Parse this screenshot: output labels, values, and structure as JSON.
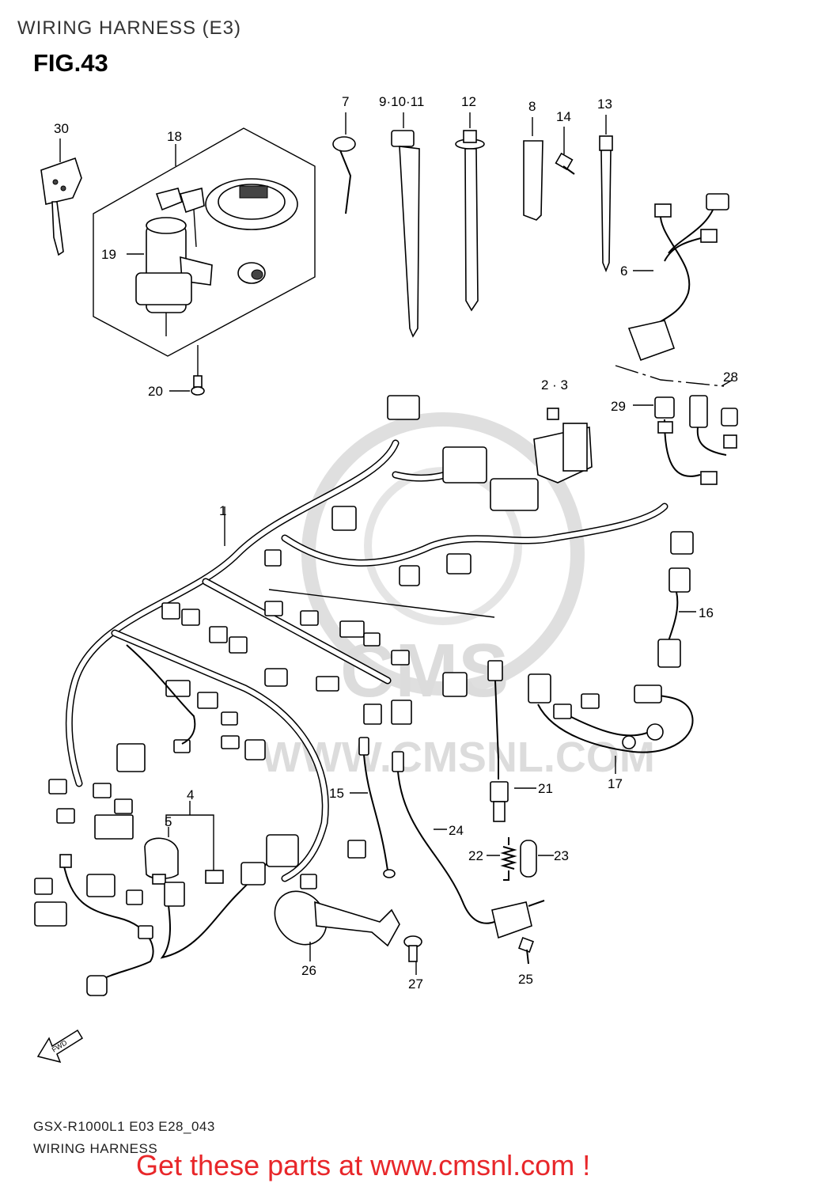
{
  "header": {
    "title": "WIRING HARNESS (E3)"
  },
  "figure": {
    "label": "FIG.43"
  },
  "callouts": {
    "c1": "1",
    "c2_3": "2 · 3",
    "c4": "4",
    "c5": "5",
    "c6": "6",
    "c7": "7",
    "c8": "8",
    "c9_10_11": "9·10·11",
    "c12": "12",
    "c13": "13",
    "c14": "14",
    "c15": "15",
    "c16": "16",
    "c17": "17",
    "c18": "18",
    "c19": "19",
    "c20": "20",
    "c21": "21",
    "c22": "22",
    "c23": "23",
    "c24": "24",
    "c25": "25",
    "c26": "26",
    "c27": "27",
    "c28": "28",
    "c29": "29",
    "c30": "30"
  },
  "watermark": {
    "text": "WWW.CMSNL.COM",
    "logo": "CMS"
  },
  "fwd_marker": {
    "label": "FWD"
  },
  "footer": {
    "model_code": "GSX-R1000L1 E03 E28_043",
    "section_name": "WIRING HARNESS"
  },
  "promo": {
    "text": "Get these parts at www.cmsnl.com !"
  },
  "colors": {
    "promo": "#e8272a",
    "line": "#000000",
    "watermark": "#d9d9d9"
  }
}
